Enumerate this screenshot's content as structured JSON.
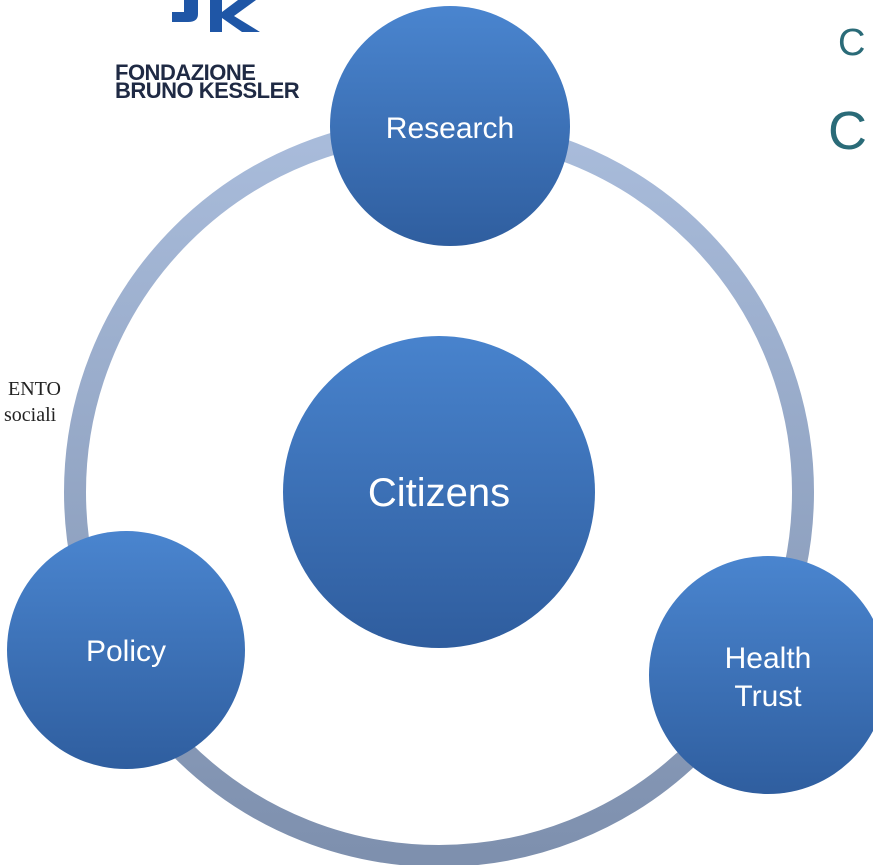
{
  "logo": {
    "line1": "FONDAZIONE",
    "line2": "BRUNO KESSLER"
  },
  "side_text": {
    "line1": "ENTO",
    "line2": "sociali"
  },
  "title_fragments": {
    "first": "C",
    "second": "C"
  },
  "diagram": {
    "center": "Citizens",
    "nodes": {
      "research": "Research",
      "health_trust_line1": "Health",
      "health_trust_line2": "Trust",
      "policy": "Policy"
    }
  },
  "colors": {
    "node_fill_top": "#4a85cf",
    "node_fill_bottom": "#2f5e9f",
    "ring_top": "#a9bcdb",
    "ring_bottom": "#7e90ae",
    "label_text": "#ffffff",
    "title_teal": "#2a6b78"
  }
}
